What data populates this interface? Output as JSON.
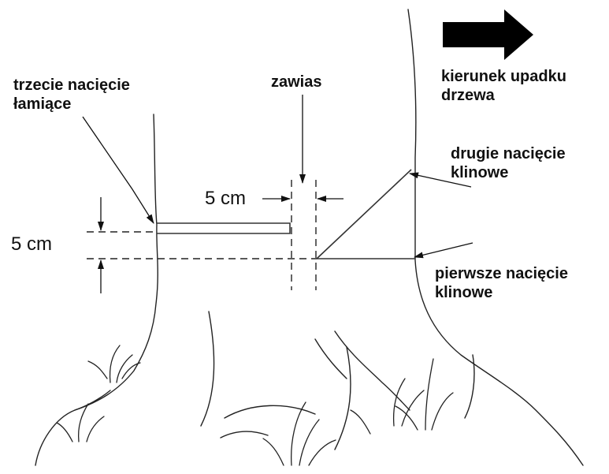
{
  "labels": {
    "third_cut_line1": "trzecie nacięcie",
    "third_cut_line2": "łamiące",
    "hinge": "zawias",
    "fall_direction_line1": "kierunek upadku",
    "fall_direction_line2": "drzewa",
    "second_cut_line1": "drugie nacięcie",
    "second_cut_line2": "klinowe",
    "first_cut_line1": "pierwsze nacięcie",
    "first_cut_line2": "klinowe",
    "hinge_width": "5 cm",
    "height_offset": "5 cm"
  },
  "colors": {
    "ink": "#111111",
    "arrow": "#000000",
    "background": "#ffffff"
  },
  "icons": {
    "fall_direction": "right-arrow-icon"
  }
}
